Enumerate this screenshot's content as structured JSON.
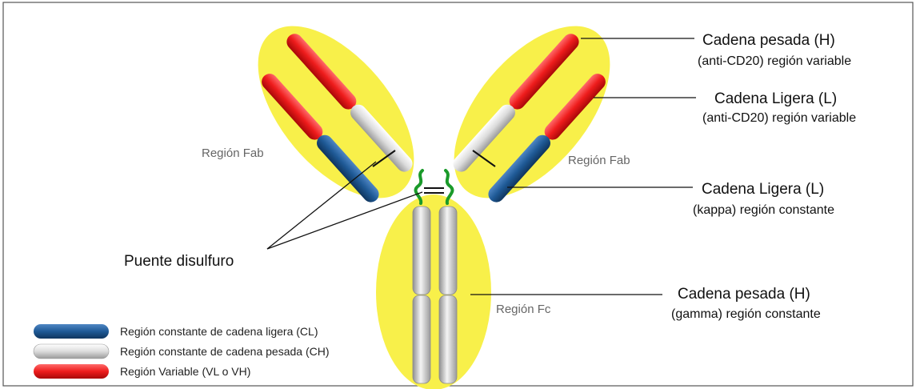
{
  "labels": {
    "heavy_chain_variable": [
      "Cadena pesada (H)",
      "(anti-CD20) región variable"
    ],
    "light_chain_variable": [
      "Cadena Ligera (L)",
      "(anti-CD20) región variable"
    ],
    "light_chain_constant": [
      "Cadena Ligera (L)",
      "(kappa) región constante"
    ],
    "heavy_chain_constant": [
      "Cadena pesada (H)",
      "(gamma) región constante"
    ],
    "disulfide_bridge": "Puente disulfuro",
    "fab_left": "Región Fab",
    "fab_right": "Región Fab",
    "fc": "Región Fc"
  },
  "legend": [
    {
      "color": "#1f5a96",
      "label": "Región constante de cadena ligera (CL)"
    },
    {
      "color": "#dcdcdc",
      "label": "Región constante de cadena pesada (CH)"
    },
    {
      "color": "#ee1c1c",
      "label": "Región Variable  (VL o VH)"
    }
  ],
  "colors": {
    "region_fill": "#f8f04a",
    "variable": "#ee1c1c",
    "light_constant": "#1f5a96",
    "heavy_constant": "#dcdcdc",
    "hinge": "#1a9a2a"
  }
}
